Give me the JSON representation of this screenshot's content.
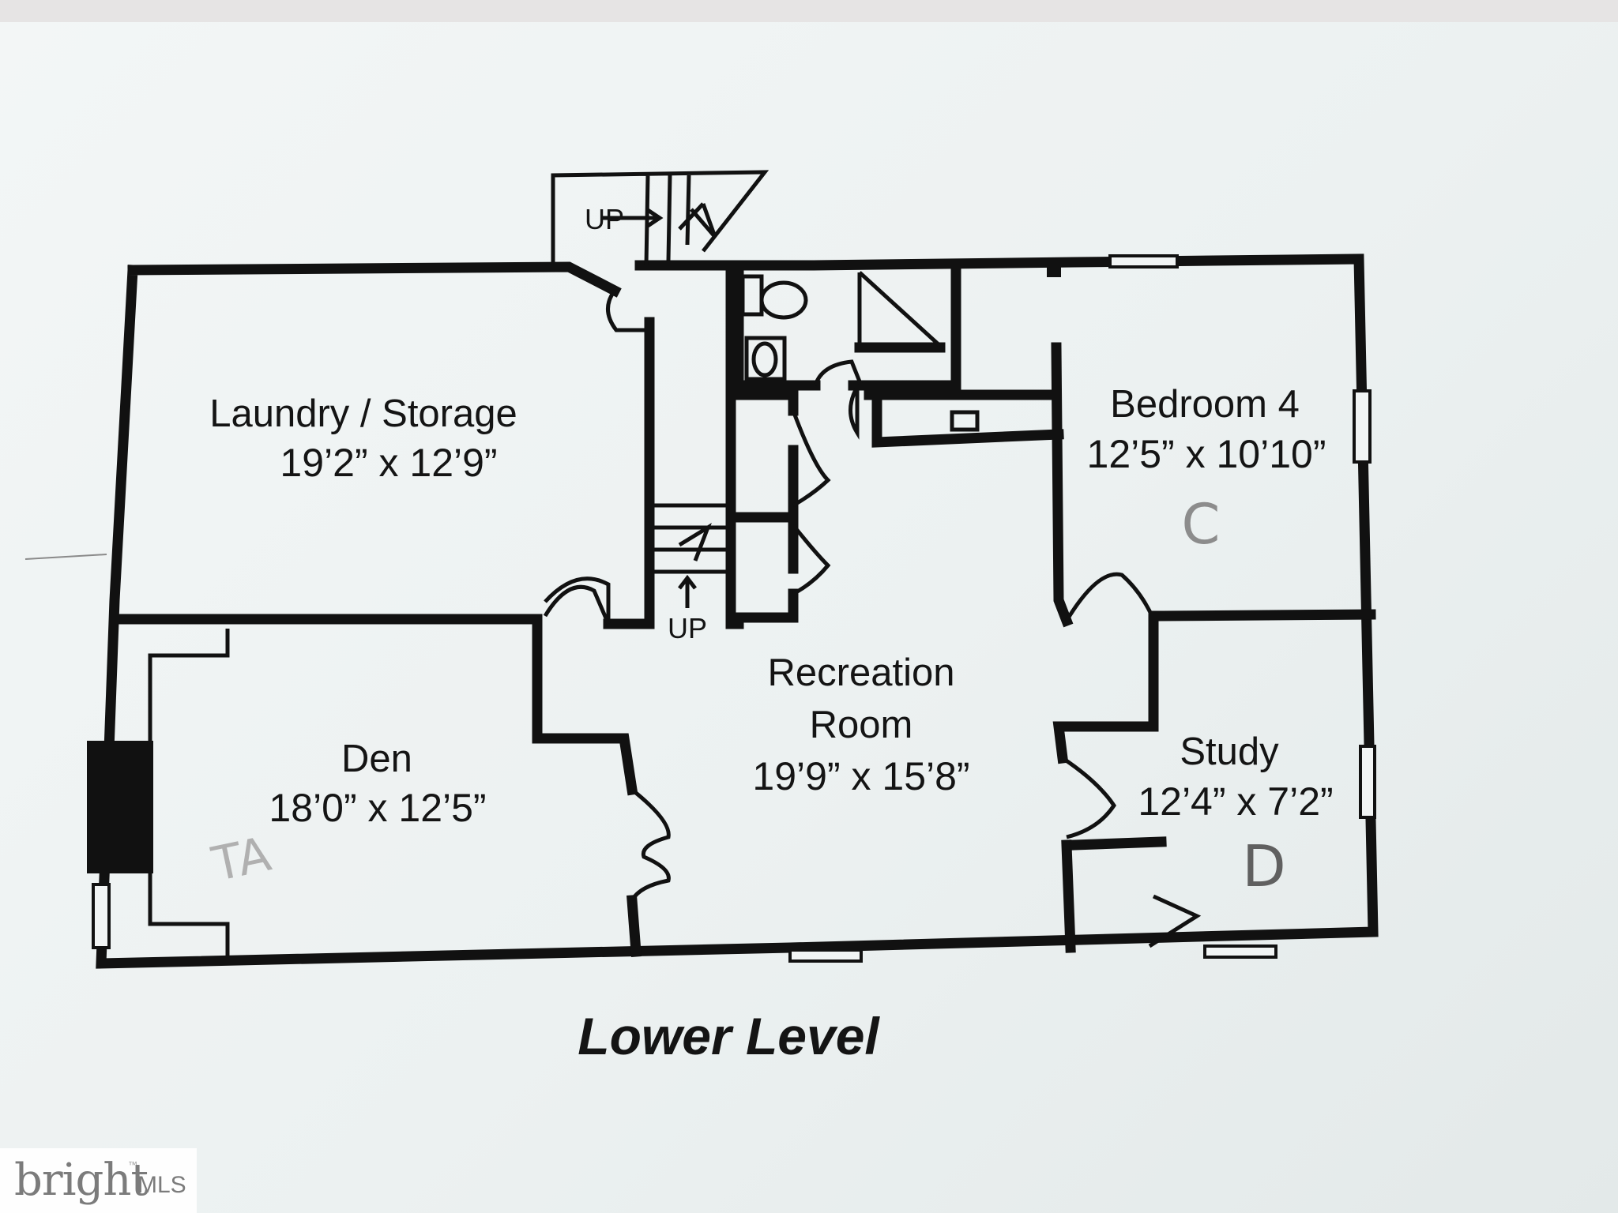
{
  "plan": {
    "title": "Lower Level",
    "stair_labels": [
      "UP",
      "UP"
    ],
    "rooms": [
      {
        "id": "laundry",
        "name": "Laundry / Storage",
        "dims": "19’2” x 12’9”"
      },
      {
        "id": "bedroom4",
        "name": "Bedroom 4",
        "dims": "12’5” x 10’10”"
      },
      {
        "id": "recreation",
        "name_lines": [
          "Recreation",
          "Room"
        ],
        "dims": "19’9” x 15’8”"
      },
      {
        "id": "den",
        "name": "Den",
        "dims": "18’0” x 12’5”"
      },
      {
        "id": "study",
        "name": "Study",
        "dims": "12’4” x 7’2”"
      }
    ],
    "handwritten_marks": [
      "C",
      "D",
      "TA"
    ]
  },
  "watermark": {
    "brand": "bright",
    "suffix": "MLS",
    "tm": "™"
  }
}
